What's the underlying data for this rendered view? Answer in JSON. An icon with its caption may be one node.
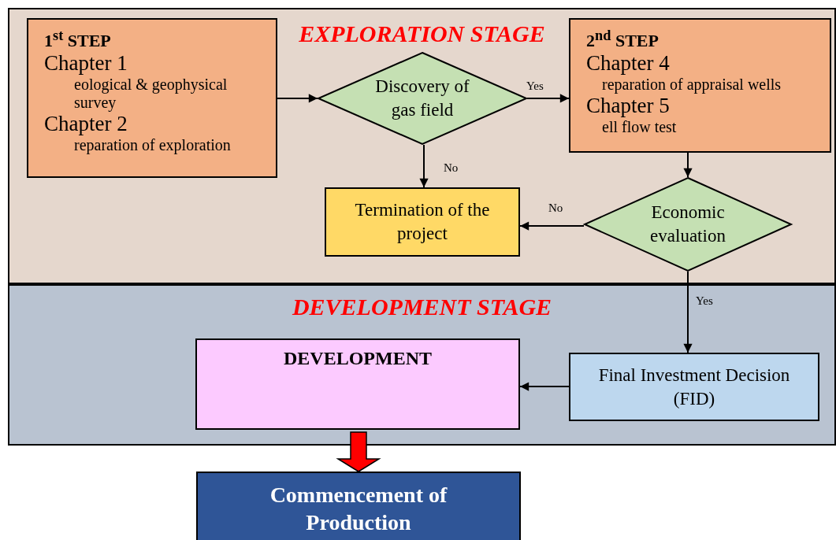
{
  "diagram": {
    "nodes": [
      {
        "text": [
          "EXPLORATION STAGE"
        ]
      },
      {
        "text": [
          "1$^{st}$ STEP",
          "Chapter 1",
          "eological & geophysical survey",
          "Chapter 2",
          "reparation of exploration"
        ],
        "in": 0
      },
      {
        "text": [
          "Discovery of gas field"
        ],
        "in": 0
      },
      {
        "text": [
          "2$^{nd}$ STEP",
          "Chapter 4",
          "reparation of appraisal wells",
          "Chapter 5",
          "ell flow test"
        ],
        "in": 0
      },
      {
        "text": [
          "Termination of the project"
        ],
        "in": 0
      },
      {
        "text": [
          "Economic evaluation"
        ],
        "in": 0
      },
      {
        "text": [
          "DEVELOPMENT STAGE"
        ]
      },
      {
        "text": [
          "DEVELOPMENT"
        ],
        "in": 6
      },
      {
        "text": [
          "Final Investment Decision (FID)"
        ],
        "in": 6
      },
      {
        "text": [
          "Commencement of Production"
        ]
      }
    ],
    "edges": [
      {
        "from": 1,
        "to": 2,
        "arrow": "to"
      },
      {
        "from": 2,
        "to": 3,
        "arrow": "to",
        "label": "Yes"
      },
      {
        "from": 2,
        "to": 4,
        "arrow": "to",
        "label": "No"
      },
      {
        "from": 3,
        "to": 5,
        "arrow": "to"
      },
      {
        "from": 5,
        "to": 4,
        "arrow": "to",
        "label": "No"
      },
      {
        "from": 5,
        "to": 8,
        "arrow": "to",
        "label": "Yes"
      },
      {
        "from": 8,
        "to": 7,
        "arrow": "to"
      },
      {
        "from": 7,
        "to": 9,
        "arrow": "to",
        "style": "thick",
        "color": "#ff0000"
      }
    ]
  }
}
